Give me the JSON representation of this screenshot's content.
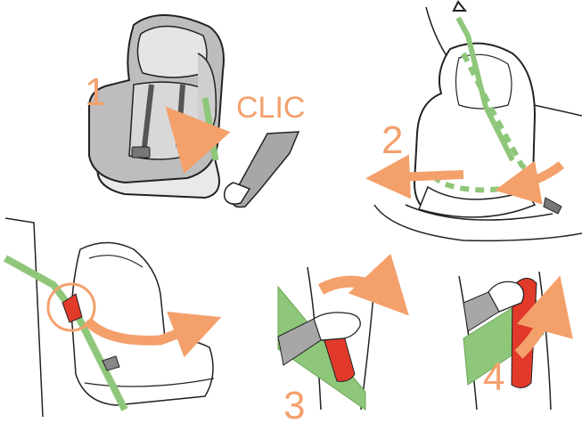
{
  "steps": [
    {
      "number": "1",
      "caption": "CLIC"
    },
    {
      "number": "2"
    },
    {
      "number": "3"
    },
    {
      "number": "4"
    }
  ],
  "colors": {
    "accent_orange": "#f4a06b",
    "belt_green": "#8fc77a",
    "belt_green_dark": "#6aa457",
    "buckle_red": "#e23a2a",
    "seat_gray": "#c9c9c9",
    "line": "#222222"
  }
}
